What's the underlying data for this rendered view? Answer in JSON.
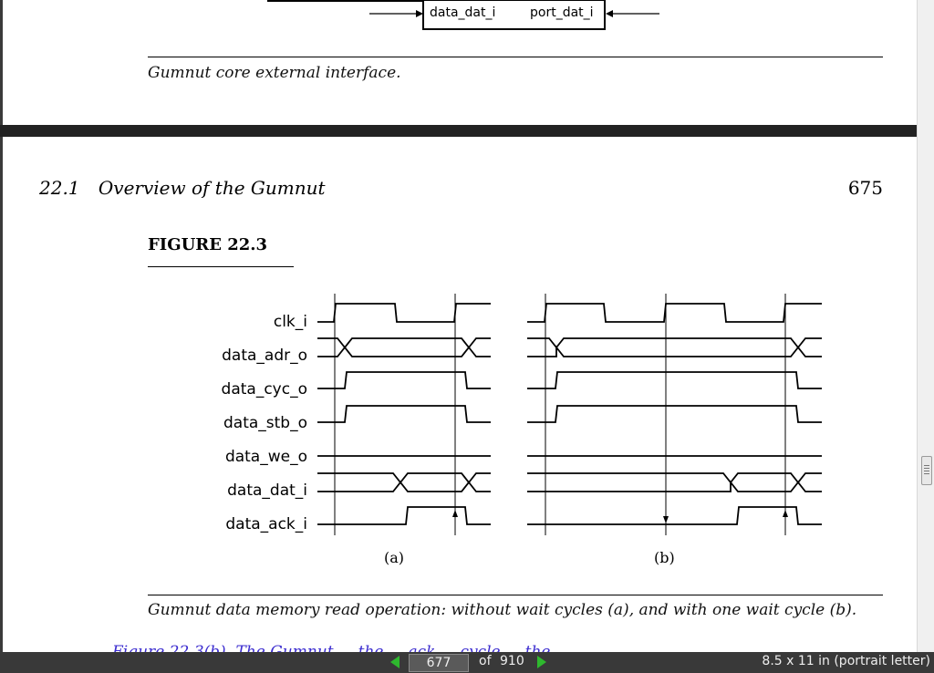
{
  "document": {
    "top_figure": {
      "labels": [
        "data_dat_i",
        "port_dat_i"
      ],
      "caption": "Gumnut core external interface."
    },
    "header": {
      "section": "22.1",
      "title": "Overview of the Gumnut",
      "page_number": "675"
    },
    "figure": {
      "label": "FIGURE 22.3",
      "caption": "Gumnut data memory read operation: without wait cycles (a), and with one wait cycle (b).",
      "signals": [
        "clk_i",
        "data_adr_o",
        "data_cyc_o",
        "data_stb_o",
        "data_we_o",
        "data_dat_i",
        "data_ack_i"
      ],
      "subfigure_labels": [
        "(a)",
        "(b)"
      ]
    },
    "body_text_partial": "Figure 22.3(b). The Gumnut ... the ... ack ... cycle ... the ..."
  },
  "statusbar": {
    "page_input": "677",
    "page_of": "of",
    "page_total": "910",
    "page_size": "8.5 x 11 in (portrait letter)"
  },
  "colors": {
    "link": "#3b2ccf",
    "nav_arrow": "#2eb82e",
    "background": "#3a3a3a"
  }
}
